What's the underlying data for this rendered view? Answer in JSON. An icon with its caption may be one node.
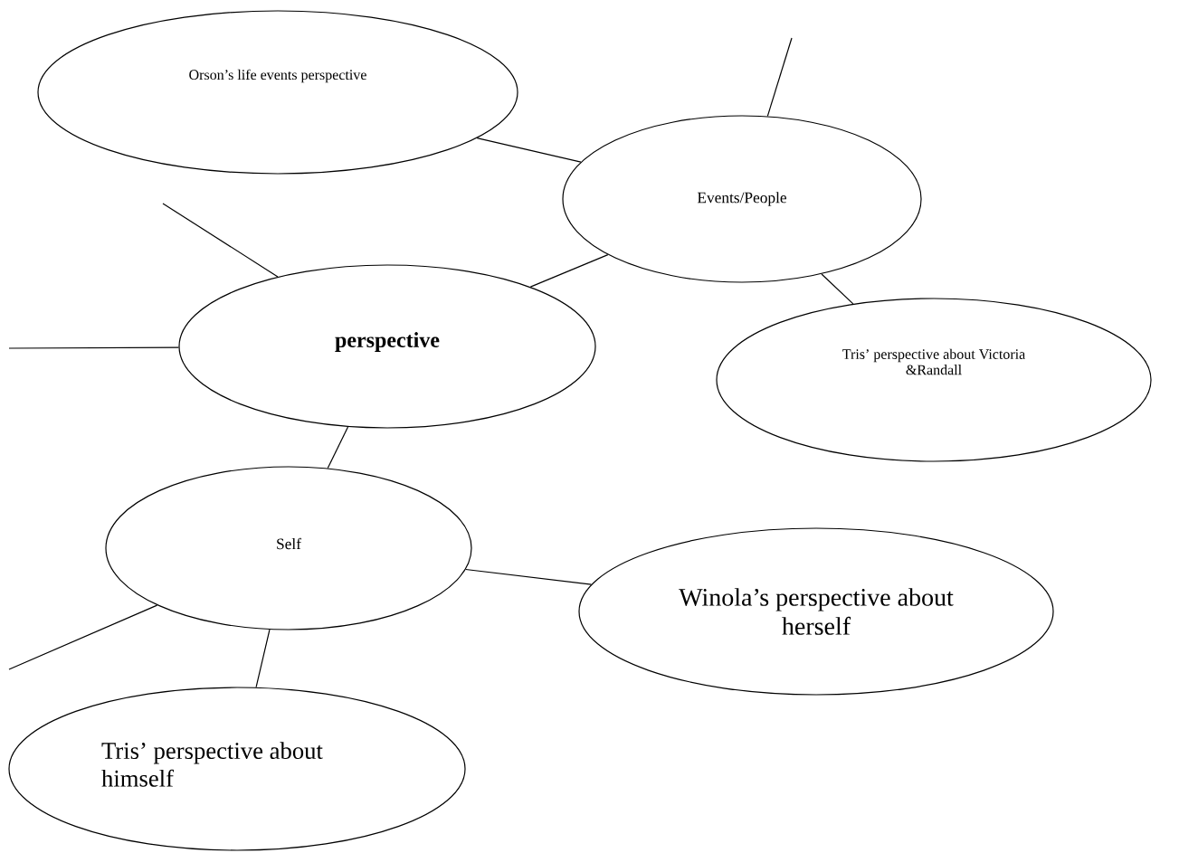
{
  "diagram": {
    "nodes": [
      {
        "text": [
          "Orson’s life events perspective"
        ]
      },
      {
        "text": [
          "Events/People"
        ]
      },
      {
        "text": [
          "**perspective**"
        ]
      },
      {
        "text": [
          "Tris’ perspective about Victoria &Randall"
        ]
      },
      {
        "text": [
          "Self"
        ]
      },
      {
        "text": [
          "Winola’s perspective about herself"
        ]
      },
      {
        "text": [
          "Tris’ perspective about himself"
        ]
      }
    ],
    "edges": [
      {
        "from": 0,
        "to": 1,
        "arrow": "none"
      },
      {
        "from": 1,
        "to": null,
        "arrow": "none"
      },
      {
        "from": 1,
        "to": 2,
        "arrow": "none"
      },
      {
        "from": 1,
        "to": 3,
        "arrow": "none"
      },
      {
        "from": null,
        "to": 2,
        "arrow": "none"
      },
      {
        "from": null,
        "to": 2,
        "arrow": "none"
      },
      {
        "from": 2,
        "to": 4,
        "arrow": "none"
      },
      {
        "from": 4,
        "to": 5,
        "arrow": "none"
      },
      {
        "from": 4,
        "to": null,
        "arrow": "none"
      },
      {
        "from": 4,
        "to": 6,
        "arrow": "none"
      }
    ]
  }
}
